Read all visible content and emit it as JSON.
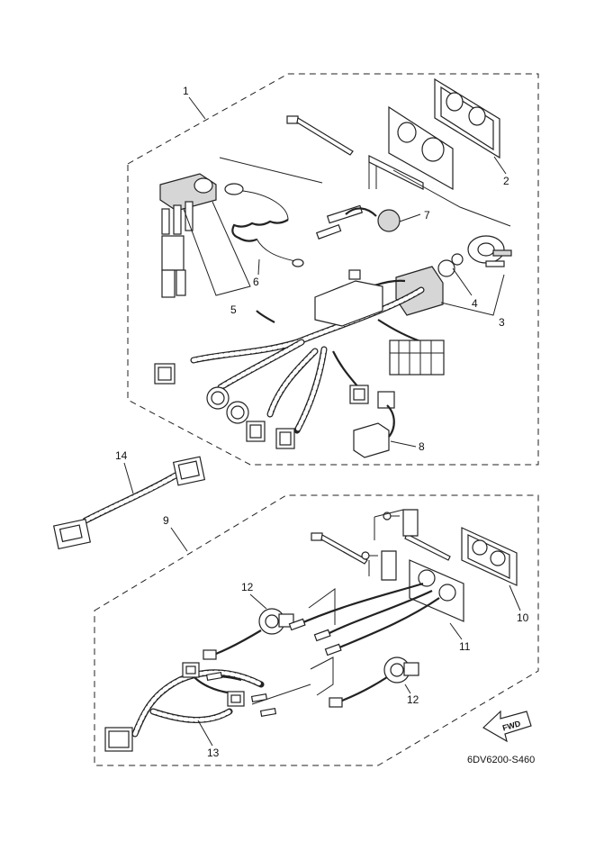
{
  "callouts": {
    "c1": "1",
    "c2": "2",
    "c3": "3",
    "c4": "4",
    "c5": "5",
    "c6": "6",
    "c7": "7",
    "c8": "8",
    "c9": "9",
    "c10": "10",
    "c11": "11",
    "c12a": "12",
    "c12b": "12",
    "c13": "13",
    "c14": "14"
  },
  "direction_label": "FWD",
  "diagram_code": "6DV6200-S460"
}
